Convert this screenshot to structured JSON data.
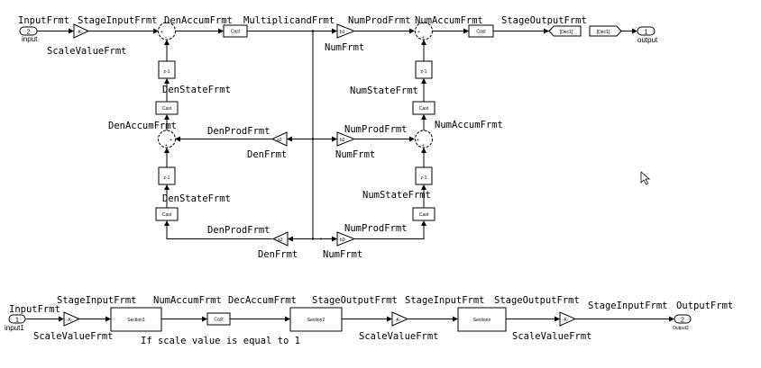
{
  "top": {
    "input_port": {
      "number": "2",
      "label": "input"
    },
    "output_port": {
      "number": "1",
      "label": "output"
    },
    "scale_gain": "-K-",
    "sum_top_left_signs": [
      "+",
      "-"
    ],
    "sum_top_right_signs": [
      "+",
      "+"
    ],
    "convert_label": "Cast",
    "delay_label": "z-1",
    "goto_tag": "[Dec1]",
    "from_tag": "[Dec1]",
    "gains": {
      "b1": "b1",
      "b2": "b2",
      "b3": "b3",
      "a2": "a2",
      "a3": "a3"
    },
    "signals": {
      "input_frmt": "InputFrmt",
      "stage_input_frmt": "StageInputFrmt",
      "den_accum_frmt": "DenAccumFrmt",
      "multiplicand_frmt": "MultiplicandFrmt",
      "num_prod_frmt": "NumProdFrmt",
      "num_accum_frmt": "NumAccumFrmt",
      "stage_output_frmt": "StageOutputFrmt",
      "scale_value_frmt": "ScaleValueFrmt",
      "num_frmt": "NumFrmt",
      "den_state_frmt": "DenStateFrmt",
      "num_state_frmt": "NumStateFrmt",
      "den_prod_frmt": "DenProdFrmt",
      "den_frmt": "DenFrmt"
    }
  },
  "bottom": {
    "input_port": {
      "number": "1",
      "label": "input1"
    },
    "output_port": {
      "number": "2",
      "label": "Output2"
    },
    "scale_gain": "-K-",
    "sections": [
      "Section1",
      "Section2",
      "Sectionn"
    ],
    "convert_label": "Cast",
    "note": "If scale value is equal to 1",
    "signals": {
      "input_frmt": "InputFrmt",
      "stage_input_frmt": "StageInputFrmt",
      "num_accum_frmt": "NumAccumFrmt",
      "dec_accum_frmt": "DecAccumFrmt",
      "stage_output_frmt": "StageOutputFrmt",
      "scale_value_frmt": "ScaleValueFrmt",
      "output_frmt": "OutputFrmt"
    }
  },
  "cursor": "mouse-pointer-icon"
}
